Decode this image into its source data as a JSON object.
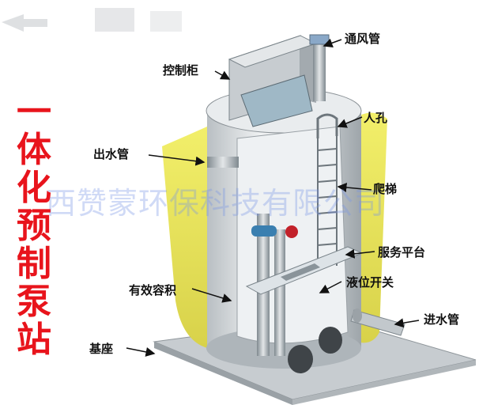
{
  "title_chars": [
    "一",
    "体",
    "化",
    "预",
    "制",
    "泵",
    "站"
  ],
  "watermark": "西赞蒙环保科技有限公司",
  "labels": {
    "vent_pipe": "通风管",
    "control_cabinet": "控制柜",
    "manhole": "人孔",
    "outlet_pipe": "出水管",
    "ladder": "爬梯",
    "service_platform": "服务平台",
    "effective_volume": "有效容积",
    "level_switch": "液位开关",
    "inlet_pipe": "进水管",
    "base": "基座"
  },
  "colors": {
    "title": "#e8141c",
    "soil": "#e6e35a",
    "tank": "#d9dde0",
    "base": "#aeb5ba"
  }
}
